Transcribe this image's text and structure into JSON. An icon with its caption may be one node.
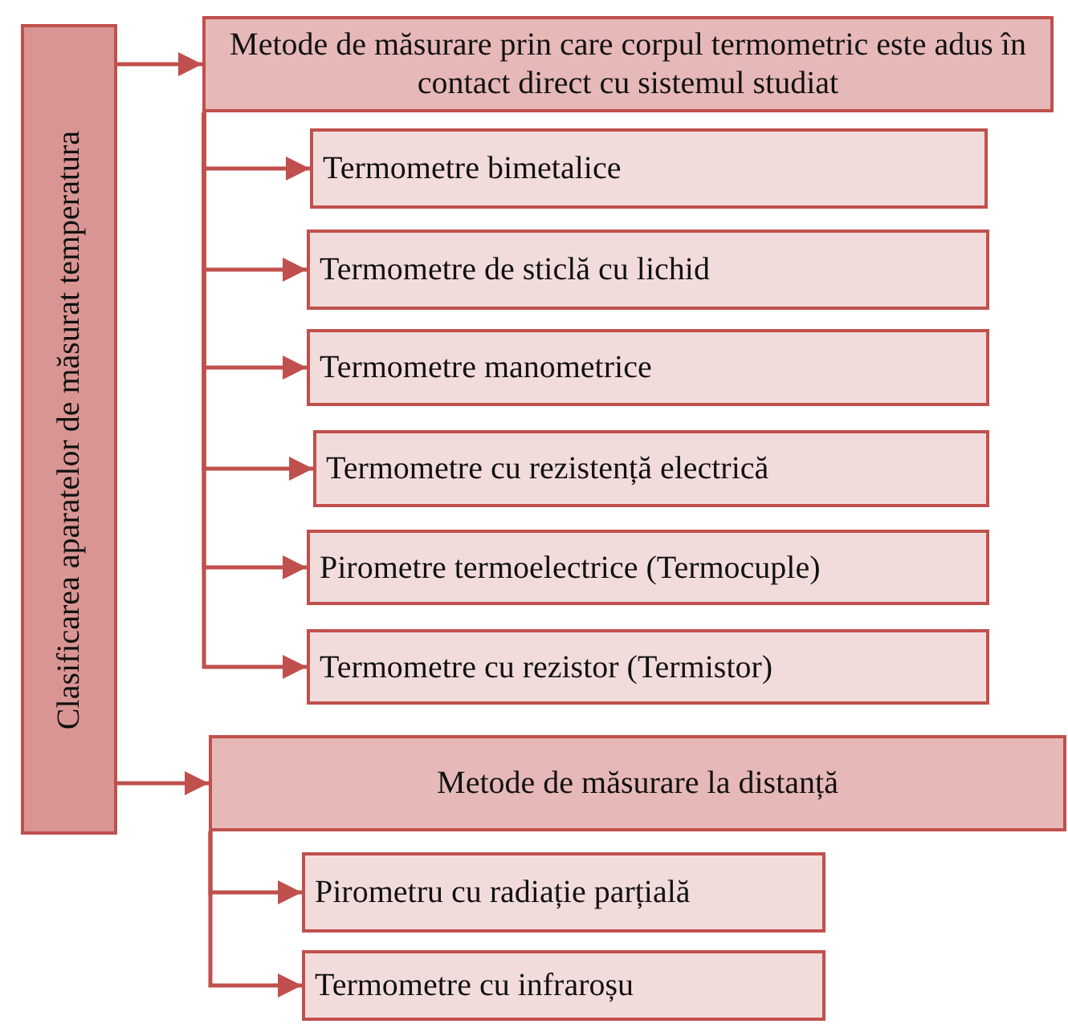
{
  "diagram": {
    "nodes": [
      {
        "text": [
          "Clasificarea aparatelor de măsurat temperatura"
        ]
      },
      {
        "text": [
          "Metode de măsurare prin care corpul termometric este adus în contact direct cu sistemul studiat"
        ]
      },
      {
        "text": [
          "Termometre bimetalice"
        ]
      },
      {
        "text": [
          "Termometre de sticlă cu lichid"
        ]
      },
      {
        "text": [
          "Termometre manometrice"
        ]
      },
      {
        "text": [
          "Termometre cu rezistență electrică"
        ]
      },
      {
        "text": [
          "Pirometre termoelectrice (Termocuple)"
        ]
      },
      {
        "text": [
          "Termometre cu rezistor (Termistor)"
        ]
      },
      {
        "text": [
          "Metode de măsurare la distanță"
        ]
      },
      {
        "text": [
          "Pirometru cu radiație parțială"
        ]
      },
      {
        "text": [
          "Termometre cu infraroșu"
        ]
      }
    ],
    "edges": [
      {
        "from": 0,
        "to": 1,
        "arrow": "to"
      },
      {
        "from": 1,
        "to": 2,
        "arrow": "to"
      },
      {
        "from": 1,
        "to": 3,
        "arrow": "to"
      },
      {
        "from": 1,
        "to": 4,
        "arrow": "to"
      },
      {
        "from": 1,
        "to": 5,
        "arrow": "to"
      },
      {
        "from": 1,
        "to": 6,
        "arrow": "to"
      },
      {
        "from": 1,
        "to": 7,
        "arrow": "to"
      },
      {
        "from": 0,
        "to": 8,
        "arrow": "to"
      },
      {
        "from": 8,
        "to": 9,
        "arrow": "to"
      },
      {
        "from": 8,
        "to": 10,
        "arrow": "to"
      }
    ]
  }
}
